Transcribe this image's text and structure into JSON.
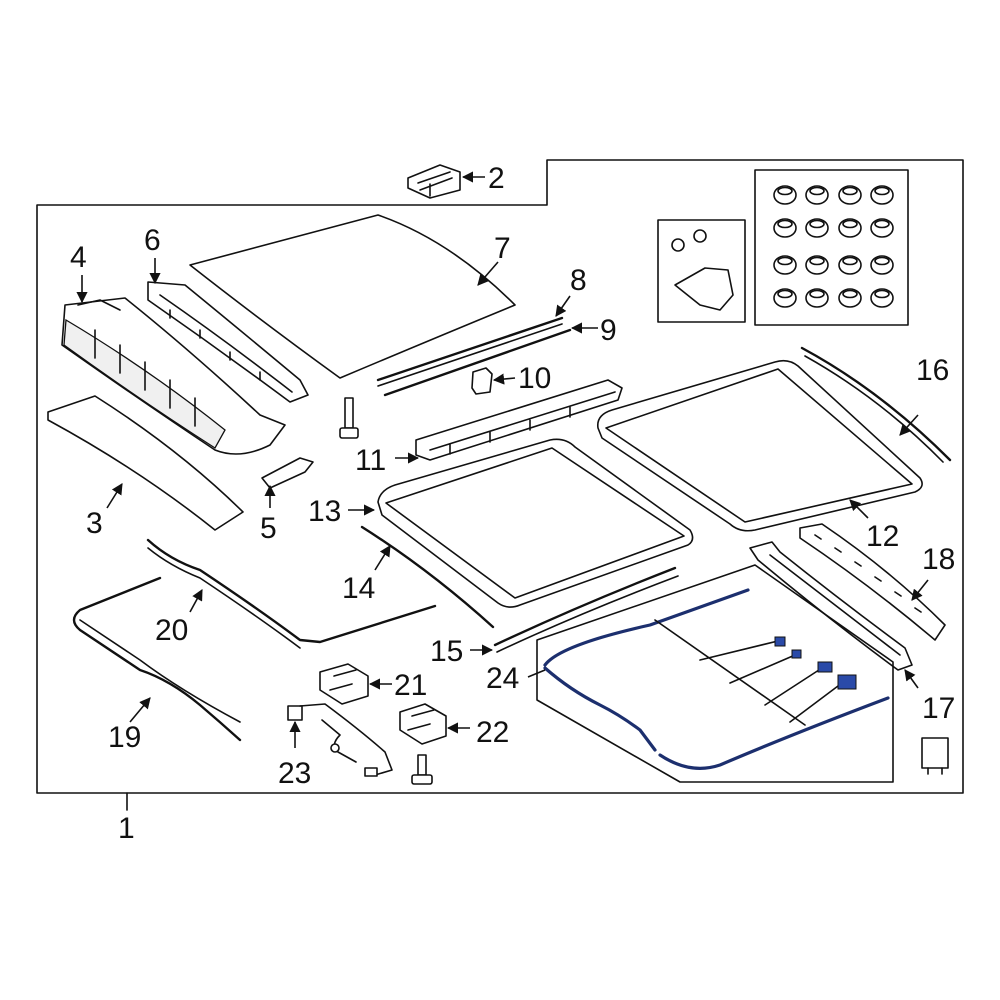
{
  "diagram": {
    "callouts": [
      {
        "id": "1",
        "text": "1"
      },
      {
        "id": "2",
        "text": "2"
      },
      {
        "id": "3",
        "text": "3"
      },
      {
        "id": "4",
        "text": "4"
      },
      {
        "id": "5",
        "text": "5"
      },
      {
        "id": "6",
        "text": "6"
      },
      {
        "id": "7",
        "text": "7"
      },
      {
        "id": "8",
        "text": "8"
      },
      {
        "id": "9",
        "text": "9"
      },
      {
        "id": "10",
        "text": "10"
      },
      {
        "id": "11",
        "text": "11"
      },
      {
        "id": "12",
        "text": "12"
      },
      {
        "id": "13",
        "text": "13"
      },
      {
        "id": "14",
        "text": "14"
      },
      {
        "id": "15",
        "text": "15"
      },
      {
        "id": "16",
        "text": "16"
      },
      {
        "id": "17",
        "text": "17"
      },
      {
        "id": "18",
        "text": "18"
      },
      {
        "id": "19",
        "text": "19"
      },
      {
        "id": "20",
        "text": "20"
      },
      {
        "id": "21",
        "text": "21"
      },
      {
        "id": "22",
        "text": "22"
      },
      {
        "id": "23",
        "text": "23"
      },
      {
        "id": "24",
        "text": "24"
      }
    ],
    "highlight_color": "#1c2f6e",
    "connector_color": "#2a4aa8"
  }
}
